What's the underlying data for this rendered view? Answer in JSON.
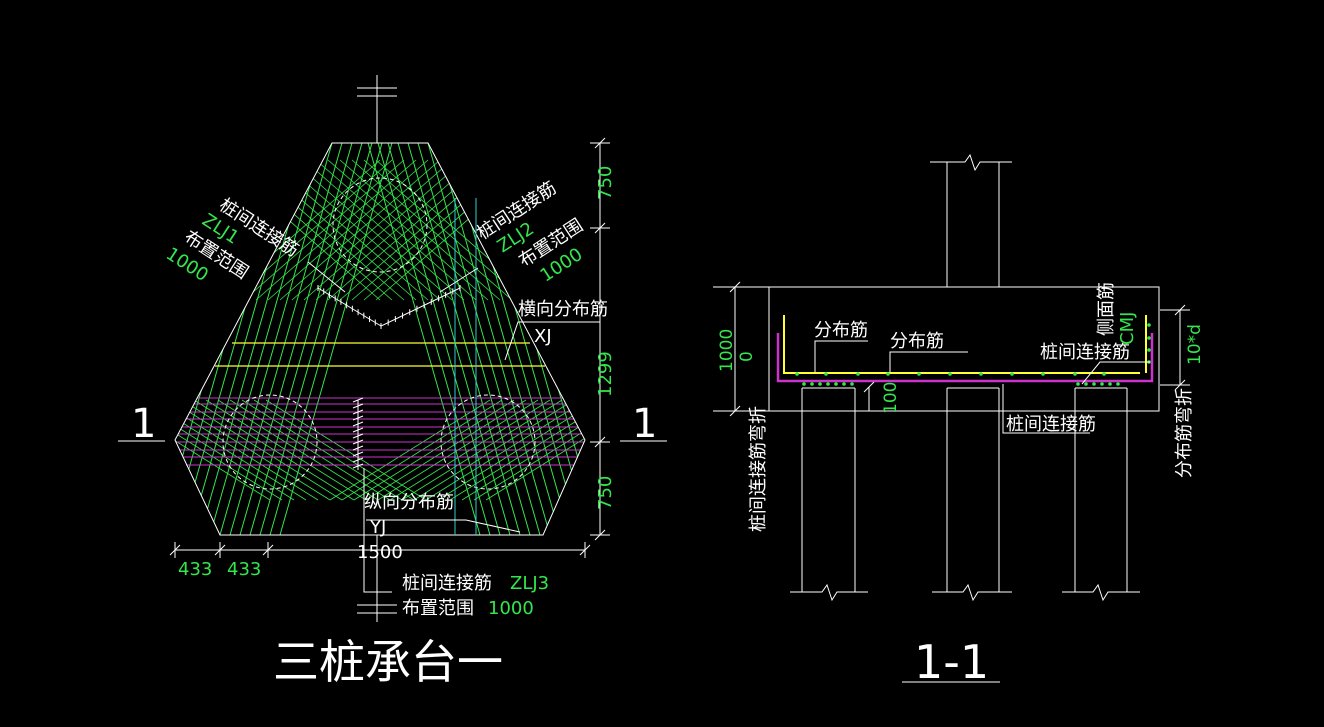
{
  "colors": {
    "background": "#000000",
    "outline": "#ffffff",
    "pile_connection_rebar": "#33e64d",
    "dimension_text": "#33e64d",
    "transverse_distribution_rebar": "#ffff33",
    "longitudinal_distribution_rebar": "#cc33cc",
    "reference_line": "#33cccc"
  },
  "plan": {
    "title": "三桩承台一",
    "section_mark_left": "1",
    "section_mark_right": "1",
    "label_zlj1_name": "桩间连接筋",
    "label_zlj1_code": "ZLJ1",
    "label_zlj1_range": "布置范围",
    "label_zlj1_value": "1000",
    "label_zlj2_name": "桩间连接筋",
    "label_zlj2_code": "ZLJ2",
    "label_zlj2_range": "布置范围",
    "label_zlj2_value": "1000",
    "label_xj_name": "横向分布筋",
    "label_xj_code": "XJ",
    "label_yj_name": "纵向分布筋",
    "label_yj_code": "YJ",
    "label_zlj3_name": "桩间连接筋",
    "label_zlj3_code": "ZLJ3",
    "label_zlj3_range": "布置范围",
    "label_zlj3_value": "1000",
    "dim_top": "750",
    "dim_middle": "1299",
    "dim_bottom": "750",
    "dim_left_1": "433",
    "dim_left_2": "433",
    "dim_width": "1500"
  },
  "section": {
    "title": "1-1",
    "label_distribution_1": "分布筋",
    "label_distribution_2": "分布筋",
    "label_side_rebar": "侧面筋",
    "label_side_code": "CMJ",
    "label_pile_connection_top": "桩间连接筋",
    "label_pile_connection_bottom": "桩间连接筋",
    "label_pile_bend": "桩间连接筋弯折",
    "label_distribution_bend": "分布筋弯折",
    "dim_height": "1000",
    "dim_zero": "0",
    "dim_embed": "100",
    "dim_bend": "10*d"
  }
}
